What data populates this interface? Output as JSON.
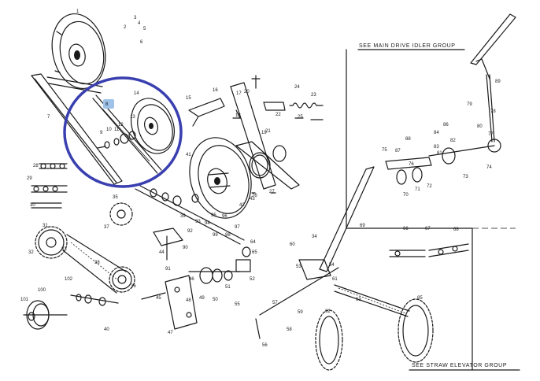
{
  "diagram": {
    "references": {
      "main_drive": "SEE MAIN DRIVE IDLER GROUP",
      "straw_elevator": "SEE STRAW ELEVATOR GROUP"
    },
    "highlight": {
      "label": "8",
      "highlight_color": "#3a3fb0",
      "marker_fill": "#9fc3e8"
    },
    "part_numbers": [
      "1",
      "2",
      "3",
      "4",
      "5",
      "6",
      "7",
      "8",
      "9",
      "10",
      "11",
      "12",
      "13",
      "14",
      "15",
      "16",
      "17",
      "18",
      "19",
      "20",
      "21",
      "22",
      "23",
      "24",
      "25",
      "26",
      "27",
      "28",
      "29",
      "30",
      "31",
      "32",
      "33",
      "34",
      "35",
      "36",
      "37",
      "38",
      "39",
      "40",
      "41",
      "42",
      "43",
      "44",
      "45",
      "46",
      "47",
      "48",
      "49",
      "50",
      "51",
      "52",
      "53",
      "54",
      "55",
      "56",
      "57",
      "58",
      "59",
      "60",
      "61",
      "62",
      "63",
      "64",
      "65",
      "66",
      "67",
      "68",
      "69",
      "70",
      "71",
      "72",
      "73",
      "74",
      "75",
      "76",
      "77",
      "78",
      "79",
      "80",
      "81",
      "82",
      "83",
      "84",
      "85",
      "86",
      "87",
      "88",
      "89",
      "90",
      "91",
      "92",
      "93",
      "94",
      "95",
      "96",
      "97",
      "98",
      "99",
      "100",
      "101",
      "102"
    ]
  }
}
